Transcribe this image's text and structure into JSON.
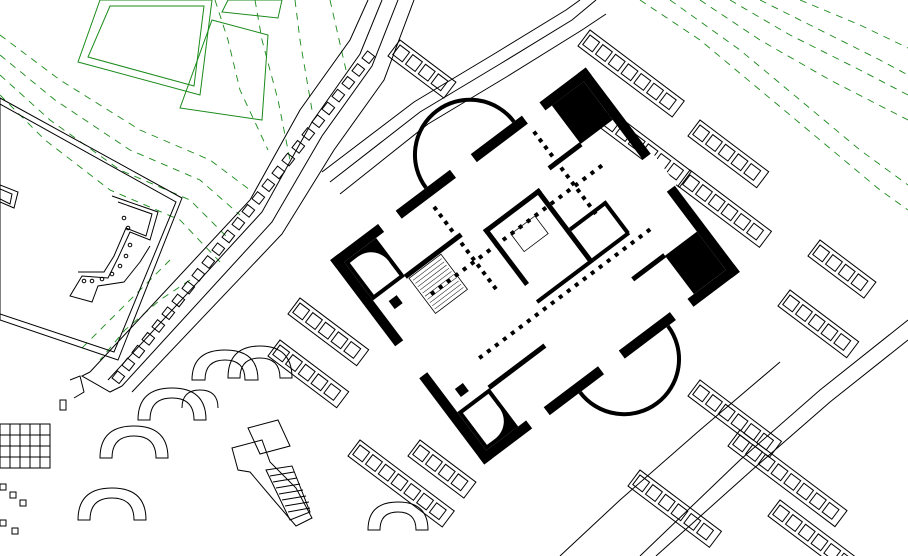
{
  "drawing": {
    "colors": {
      "background": "#ffffff",
      "linework": "#000000",
      "landscape": "#1a8a1a"
    },
    "layers": [
      "landscape-paths",
      "garden-beds",
      "colonnade-arcade",
      "courtyard-building",
      "surrounding-buildings",
      "central-basilica-plan"
    ]
  }
}
